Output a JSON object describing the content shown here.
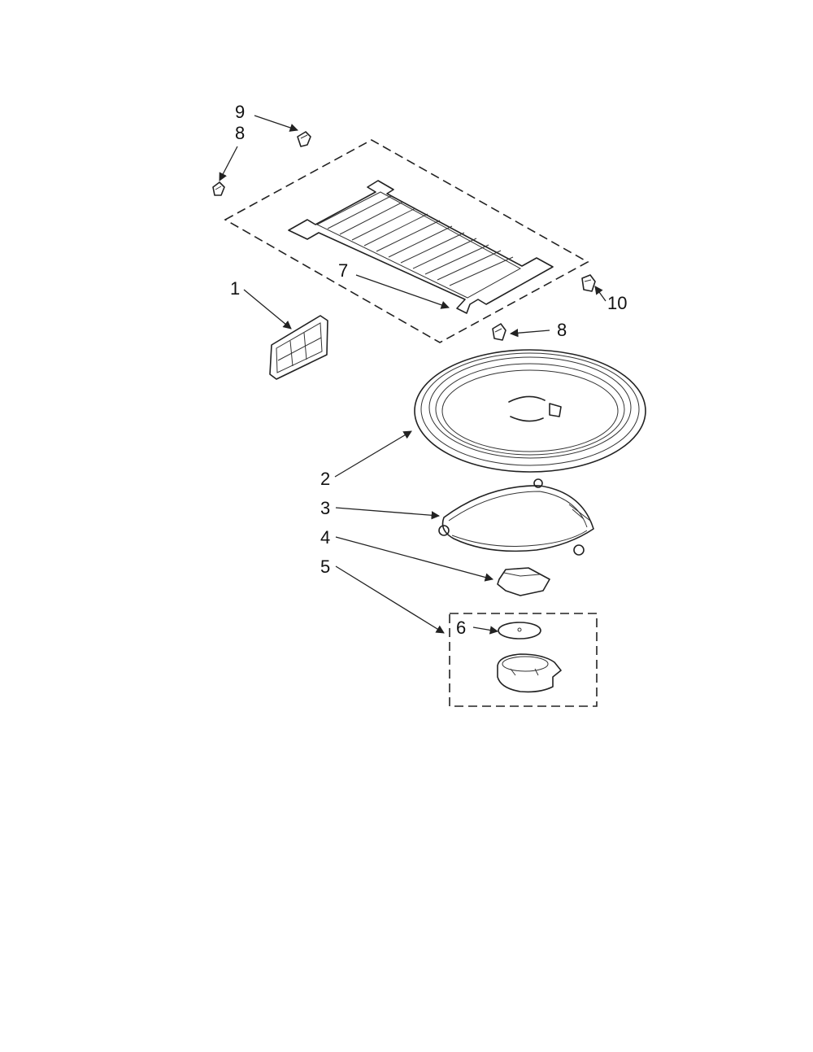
{
  "diagram": {
    "callouts": {
      "c1": "1",
      "c2": "2",
      "c3": "3",
      "c4": "4",
      "c5": "5",
      "c6": "6",
      "c7": "7",
      "c8_top": "8",
      "c8_right": "8",
      "c9": "9",
      "c10": "10"
    }
  }
}
